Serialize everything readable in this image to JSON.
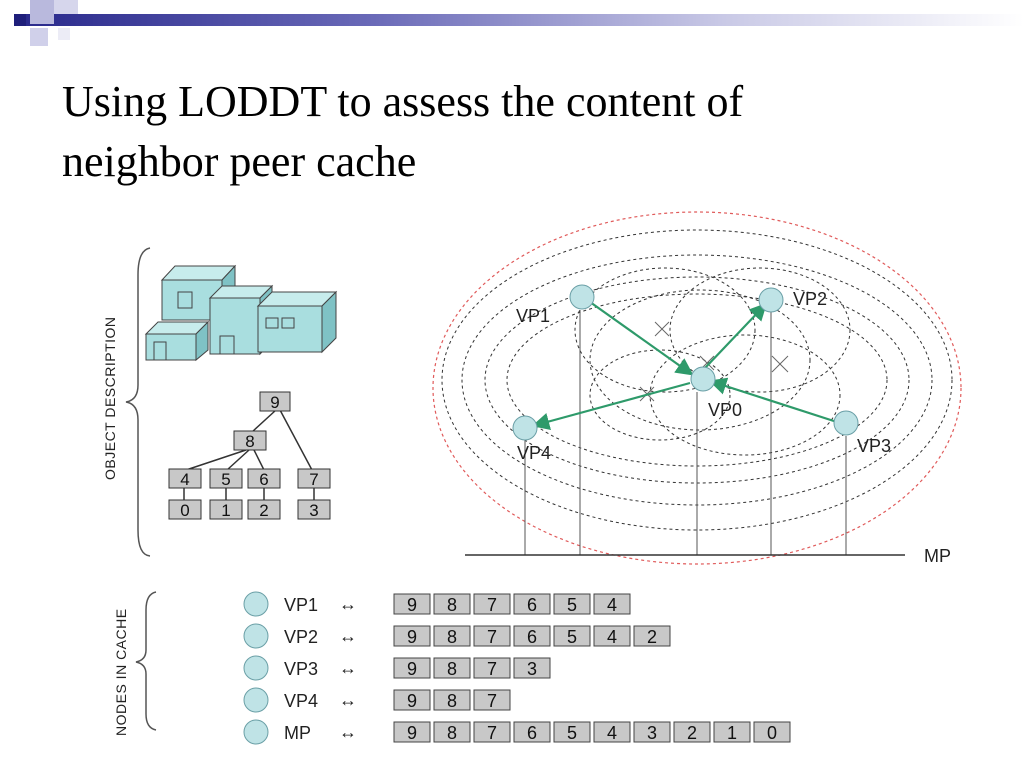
{
  "slide": {
    "title_line1": "Using LODDT to assess the content of",
    "title_line2": "neighbor peer cache"
  },
  "diagram": {
    "object_description_label": "OBJECT DESCRIPTION",
    "nodes_in_cache_label": "NODES  IN CACHE",
    "tree_nodes": [
      "9",
      "8",
      "4",
      "5",
      "6",
      "7",
      "0",
      "1",
      "2",
      "3"
    ],
    "viewpoints": [
      {
        "id": "VP0",
        "label": "VP0"
      },
      {
        "id": "VP1",
        "label": "VP1"
      },
      {
        "id": "VP2",
        "label": "VP2"
      },
      {
        "id": "VP3",
        "label": "VP3"
      },
      {
        "id": "VP4",
        "label": "VP4"
      }
    ],
    "axis_label": "MP",
    "cache_rows": [
      {
        "label": "VP1",
        "arrow": "↔",
        "nodes": [
          "9",
          "8",
          "7",
          "6",
          "5",
          "4"
        ]
      },
      {
        "label": "VP2",
        "arrow": "↔",
        "nodes": [
          "9",
          "8",
          "7",
          "6",
          "5",
          "4",
          "2"
        ]
      },
      {
        "label": "VP3",
        "arrow": "↔",
        "nodes": [
          "9",
          "8",
          "7",
          "3"
        ]
      },
      {
        "label": "VP4",
        "arrow": "↔",
        "nodes": [
          "9",
          "8",
          "7"
        ]
      },
      {
        "label": "MP",
        "arrow": "↔",
        "nodes": [
          "9",
          "8",
          "7",
          "6",
          "5",
          "4",
          "3",
          "2",
          "1",
          "0"
        ]
      }
    ],
    "colors": {
      "node_fill": "#bfe3e6",
      "node_stroke": "#6a9fa6",
      "arrow": "#2e9a6a",
      "outer_ellipse": "#e05a5a",
      "box_fill": "#c8c8c8",
      "building_fill": "#a9dedf"
    }
  }
}
